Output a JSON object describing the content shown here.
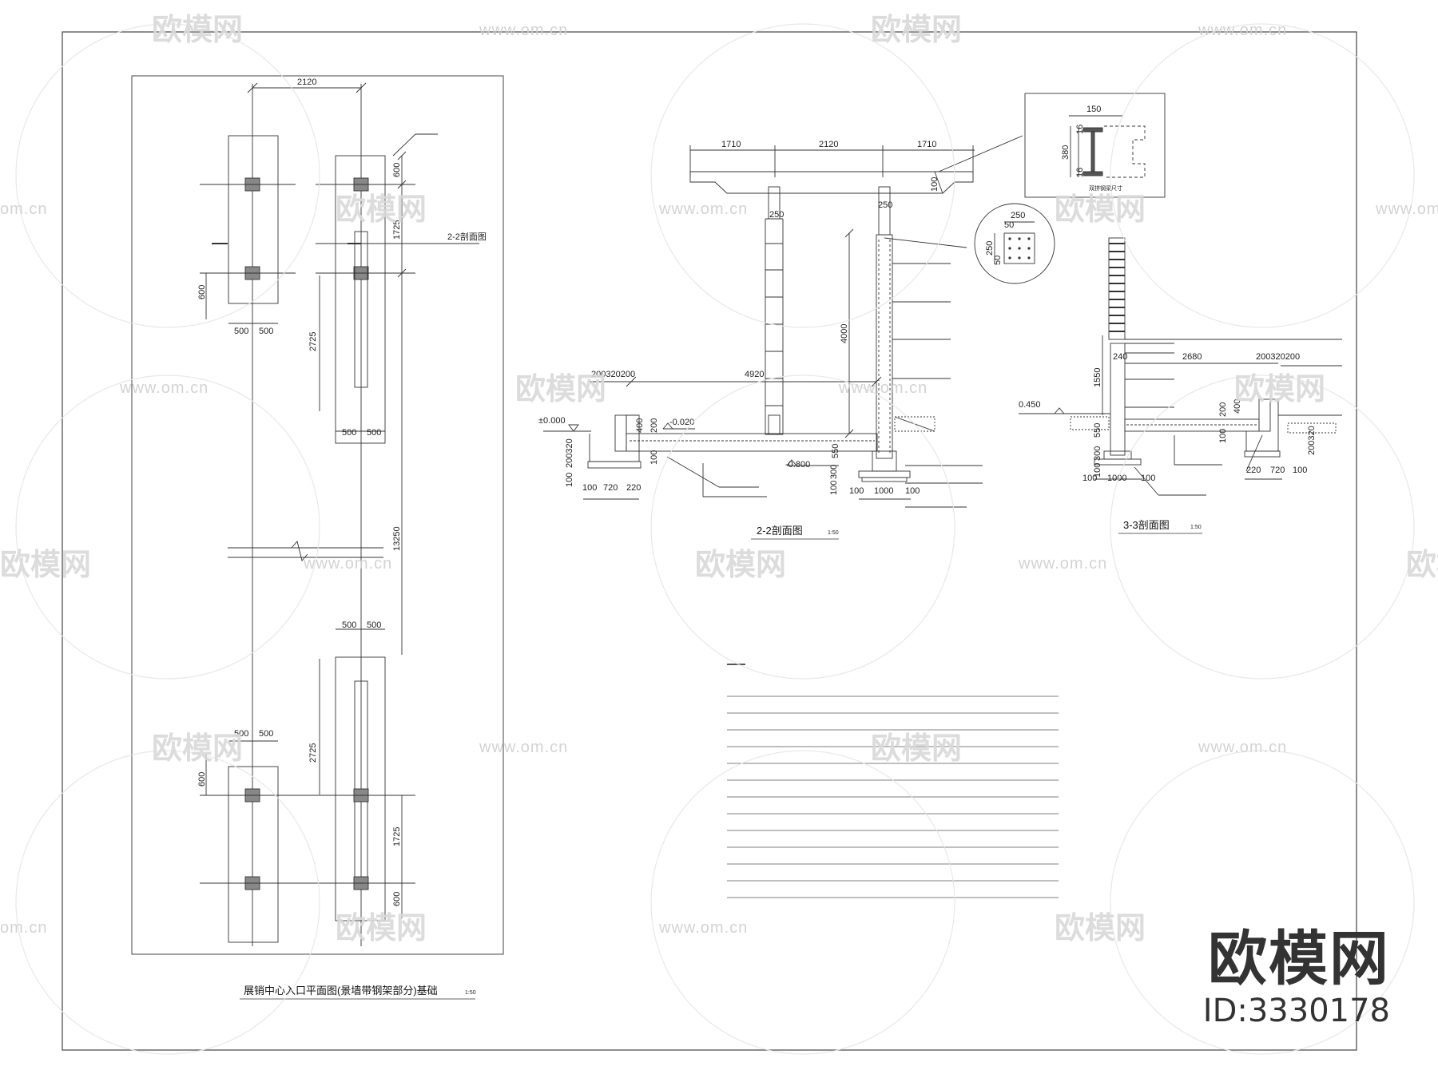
{
  "plan": {
    "title": "展销中心入口平面图(景墙带钢架部分)基础",
    "scale": "1:50",
    "callout": "2-2剖面图",
    "dims": {
      "top_width": "2120",
      "side_a": "600",
      "side_b": "1725",
      "pad_left": "500",
      "pad_right": "500",
      "v_left": "600",
      "wall_len": "2725",
      "total": "13250",
      "bottom_a": "1725",
      "bottom_b": "600"
    }
  },
  "section22": {
    "title": "2-2剖面图",
    "scale": "1:50",
    "top_dims": [
      "1710",
      "2120",
      "1710"
    ],
    "col_w": "250",
    "height": "4000",
    "span": "4920",
    "wall_dims": "200320200",
    "elev_zero": "±0.000",
    "elev_low": "-0.020",
    "elev_footing": "-0.800",
    "beam_h": "100",
    "small_dims": [
      "400",
      "200",
      "100",
      "200320",
      "100",
      "300",
      "550",
      "100",
      "300"
    ],
    "bottom_dims": [
      "100",
      "720",
      "220",
      "100",
      "1000",
      "100"
    ]
  },
  "details": {
    "steel_w": "150",
    "steel_h": "380",
    "flange_t": "16",
    "web_t": "16",
    "steel_caption": "双拼钢梁尺寸",
    "plate_w": "250",
    "plate_edge": "50",
    "plate_h": "250",
    "plate_edge2": "50"
  },
  "section33": {
    "title": "3-3剖面图",
    "scale": "1:50",
    "span": "2680",
    "wall_dims": "200320200",
    "height": "1550",
    "elev": "0.450",
    "small_dims": [
      "240",
      "200",
      "400",
      "100",
      "550",
      "300",
      "100",
      "200320"
    ],
    "bottom_dims": [
      "100",
      "1000",
      "100",
      "220",
      "720",
      "100"
    ]
  },
  "watermark": {
    "brand_cn": "欧模网",
    "url": "www.om.cn",
    "edge_url": "om.cn"
  },
  "brand": {
    "name": "欧模网",
    "id": "ID:3330178"
  }
}
